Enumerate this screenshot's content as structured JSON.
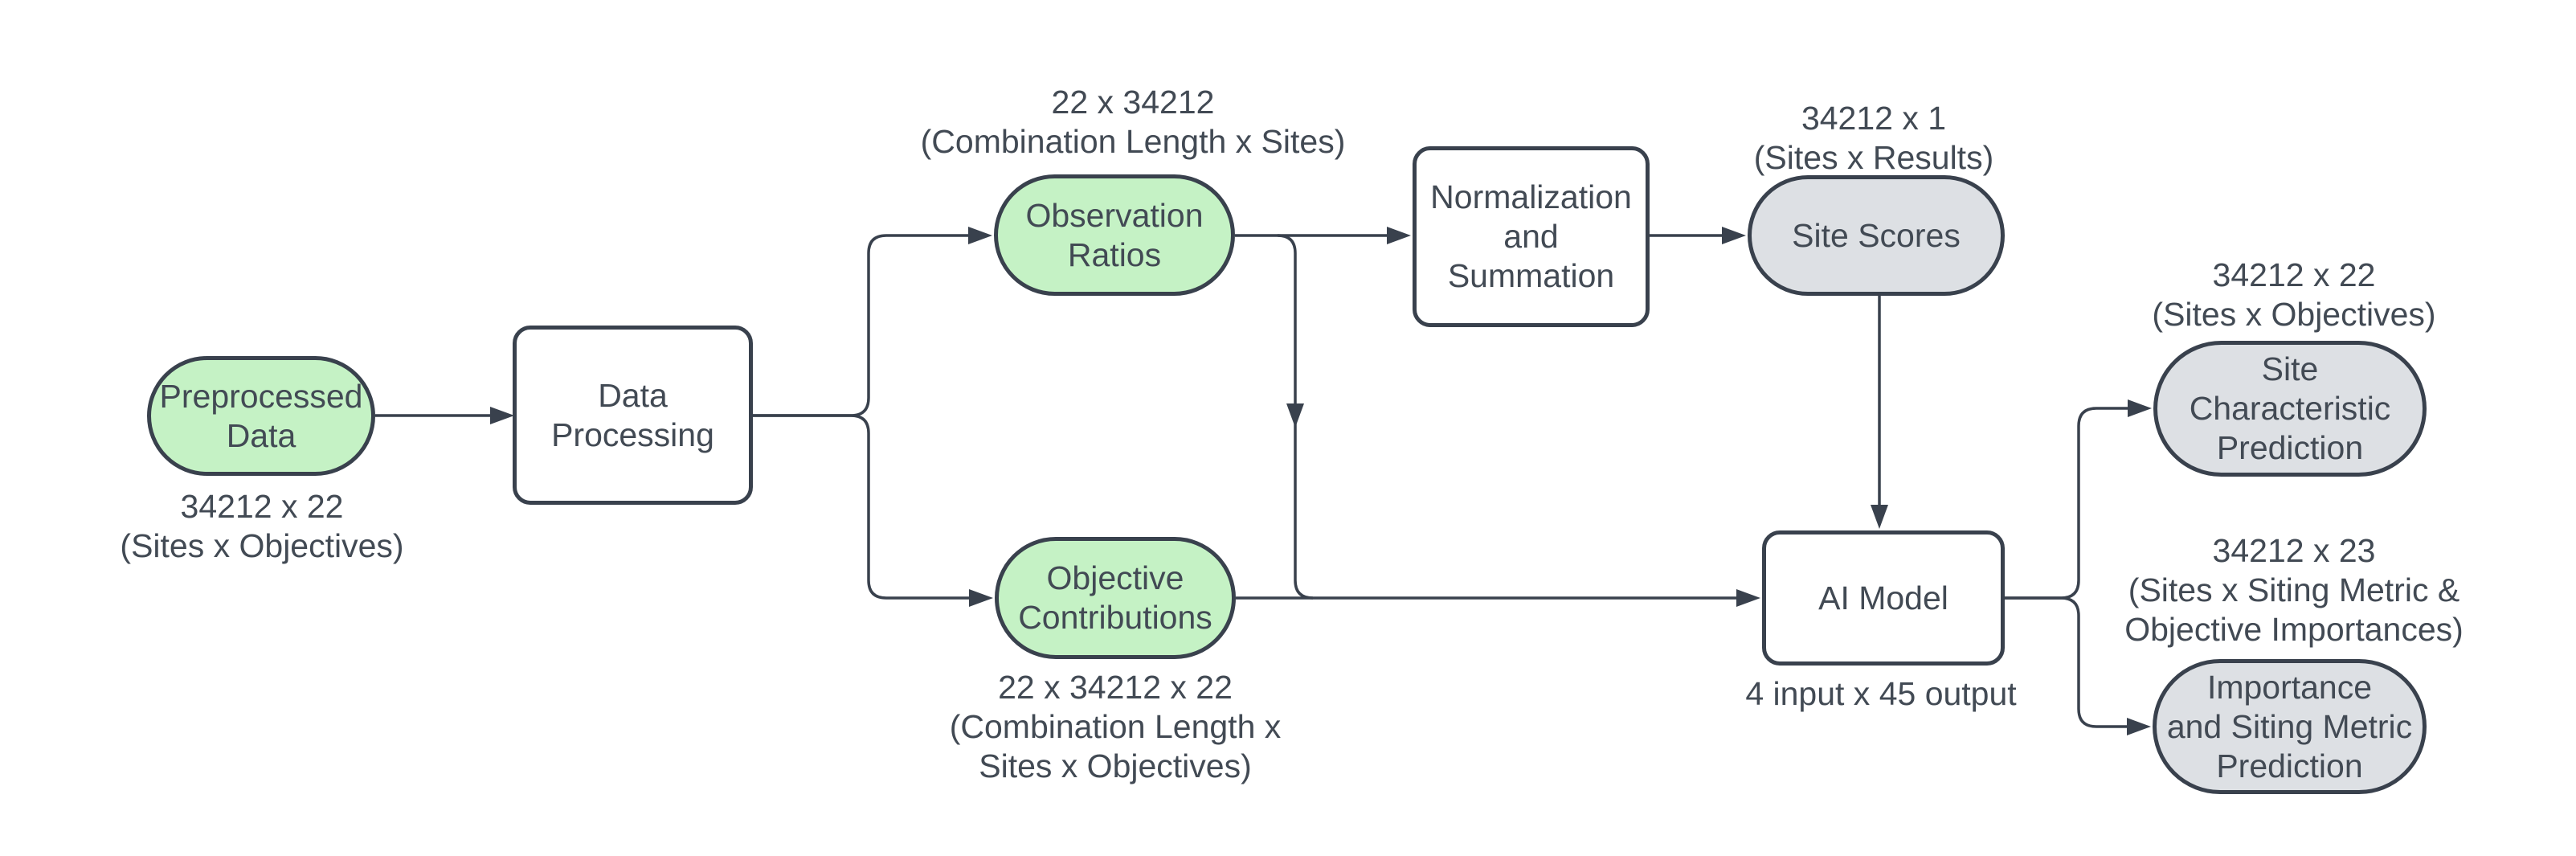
{
  "diagram": {
    "type": "flowchart",
    "colors": {
      "data_node_fill": "#c5f2c5",
      "result_node_fill": "#dde0e4",
      "process_node_fill": "#ffffff",
      "stroke": "#39414d",
      "text": "#424a54",
      "background": "#ffffff"
    },
    "nodes": {
      "preprocessed_data": {
        "label": "Preprocessed\nData",
        "dimension_label": "34212 x 22\n(Sites x Objectives)",
        "kind": "data"
      },
      "data_processing": {
        "label": "Data\nProcessing",
        "kind": "process"
      },
      "observation_ratios": {
        "label": "Observation\nRatios",
        "dimension_label": "22 x 34212\n(Combination Length x Sites)",
        "kind": "data"
      },
      "normalization_summation": {
        "label": "Normalization\nand\nSummation",
        "kind": "process"
      },
      "site_scores": {
        "label": "Site Scores",
        "dimension_label": "34212 x 1\n(Sites x Results)",
        "kind": "result"
      },
      "objective_contributions": {
        "label": "Objective\nContributions",
        "dimension_label": "22 x 34212 x 22\n(Combination Length x\nSites x Objectives)",
        "kind": "data"
      },
      "ai_model": {
        "label": "AI Model",
        "dimension_label": "4 input x 45 output",
        "kind": "process"
      },
      "site_characteristic_prediction": {
        "label": "Site\nCharacteristic\nPrediction",
        "dimension_label": "34212 x 22\n(Sites x Objectives)",
        "kind": "result"
      },
      "importance_siting_metric_prediction": {
        "label": "Importance\nand Siting Metric\nPrediction",
        "dimension_label": "34212 x 23\n(Sites x Siting Metric &\nObjective Importances)",
        "kind": "result"
      }
    },
    "edges": [
      {
        "from": "preprocessed_data",
        "to": "data_processing"
      },
      {
        "from": "data_processing",
        "to": "observation_ratios"
      },
      {
        "from": "data_processing",
        "to": "objective_contributions"
      },
      {
        "from": "observation_ratios",
        "to": "normalization_summation"
      },
      {
        "from": "observation_ratios",
        "to": "ai_model"
      },
      {
        "from": "normalization_summation",
        "to": "site_scores"
      },
      {
        "from": "site_scores",
        "to": "ai_model"
      },
      {
        "from": "objective_contributions",
        "to": "ai_model"
      },
      {
        "from": "ai_model",
        "to": "site_characteristic_prediction"
      },
      {
        "from": "ai_model",
        "to": "importance_siting_metric_prediction"
      }
    ]
  }
}
